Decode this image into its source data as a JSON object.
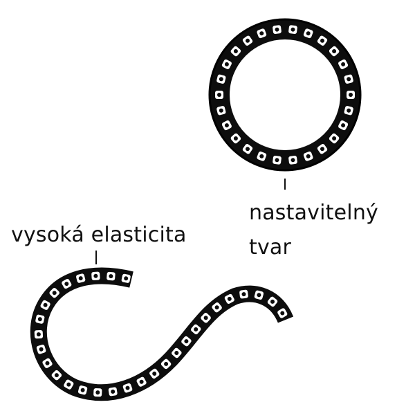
{
  "labels": {
    "elasticity": "vysoká elasticita",
    "adjustable_shape_line1": "nastavitelný",
    "adjustable_shape_line2": "tvar"
  },
  "colors": {
    "strip": "#0d0d0d",
    "hole": "#ffffff",
    "text": "#111111",
    "background": "#ffffff"
  },
  "icons": {
    "ring": "edging-strip-ring-icon",
    "wave": "edging-strip-wave-icon"
  }
}
